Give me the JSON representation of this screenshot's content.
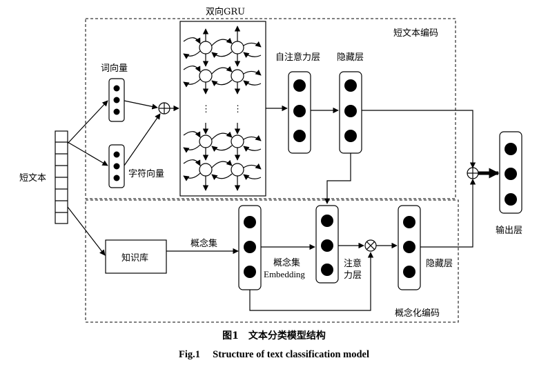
{
  "labels": {
    "bigru": "双向GRU",
    "short_text_encoding": "短文本编码",
    "word_vector": "词向量",
    "char_vector": "字符向量",
    "short_text": "短文本",
    "self_attention": "自注意力层",
    "hidden_layer_top": "隐藏层",
    "knowledge_base": "知识库",
    "concept_set": "概念集",
    "concept_set_embedding_1": "概念集",
    "concept_set_embedding_2": "Embedding",
    "attention_1": "注意",
    "attention_2": "力层",
    "hidden_layer_bottom": "隐藏层",
    "conceptual_encoding": "概念化编码",
    "output_layer": "输出层",
    "bigru_dots_1": "⋮",
    "bigru_dots_2": "⋮"
  },
  "caption": {
    "cn": "图1　文本分类模型结构",
    "en": "Fig.1　 Structure of text classification model"
  }
}
